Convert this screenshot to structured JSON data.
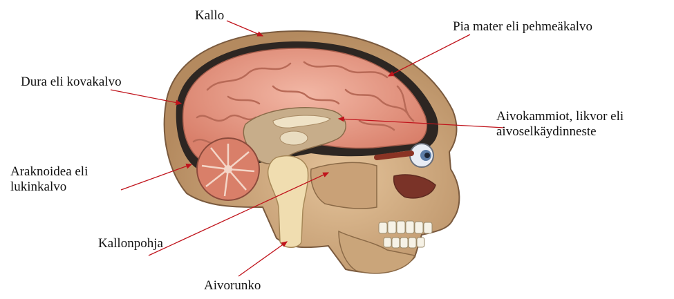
{
  "labels": {
    "kallo": "Kallo",
    "pia_mater": "Pia mater eli pehmeäkalvo",
    "dura": "Dura eli kovakalvo",
    "aivokammiot_line1": "Aivokammiot, likvor eli",
    "aivokammiot_line2": "aivoselkäydinneste",
    "araknoidea_line1": "Araknoidea eli",
    "araknoidea_line2": "lukinkalvo",
    "kallonpohja": "Kallonpohja",
    "aivorunko": "Aivorunko"
  },
  "colors": {
    "arrow": "#c0141c",
    "brain": "#e59a86",
    "skull": "#d9b48a",
    "dura": "#2d2622",
    "brainstem": "#f0ddb0"
  }
}
